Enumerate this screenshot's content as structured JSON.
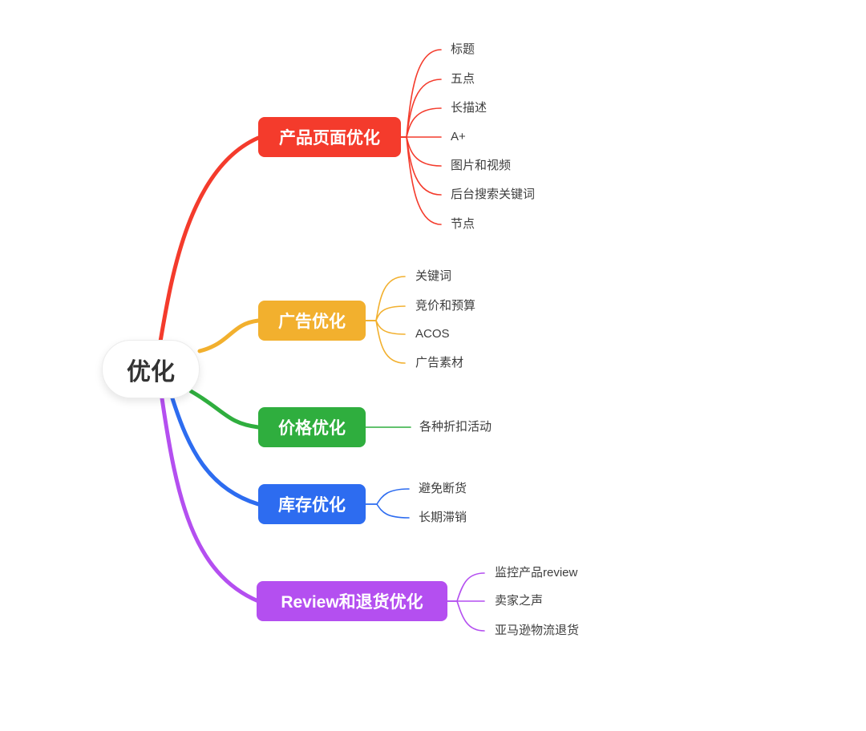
{
  "page": {
    "background": "#ffffff"
  },
  "mindmap": {
    "root": {
      "label": "优化",
      "fill": "#ffffff",
      "border_color": "#ececec",
      "text_color": "#333333"
    },
    "child_text_color": "#3d3d3d",
    "branches": [
      {
        "label": "产品页面优化",
        "color": "#f43b2c",
        "text_color": "#ffffff",
        "children": [
          "标题",
          "五点",
          "长描述",
          "A+",
          "图片和视频",
          "后台搜索关键词",
          "节点"
        ]
      },
      {
        "label": "广告优化",
        "color": "#f2b02e",
        "text_color": "#ffffff",
        "children": [
          "关键词",
          "竞价和预算",
          "ACOS",
          "广告素材"
        ]
      },
      {
        "label": "价格优化",
        "color": "#2fae3e",
        "text_color": "#ffffff",
        "children": [
          "各种折扣活动"
        ]
      },
      {
        "label": "库存优化",
        "color": "#2d6cf0",
        "text_color": "#ffffff",
        "children": [
          "避免断货",
          "长期滞销"
        ]
      },
      {
        "label": "Review和退货优化",
        "color": "#b44ff0",
        "text_color": "#ffffff",
        "children": [
          "监控产品review",
          "卖家之声",
          "亚马逊物流退货"
        ]
      }
    ]
  }
}
